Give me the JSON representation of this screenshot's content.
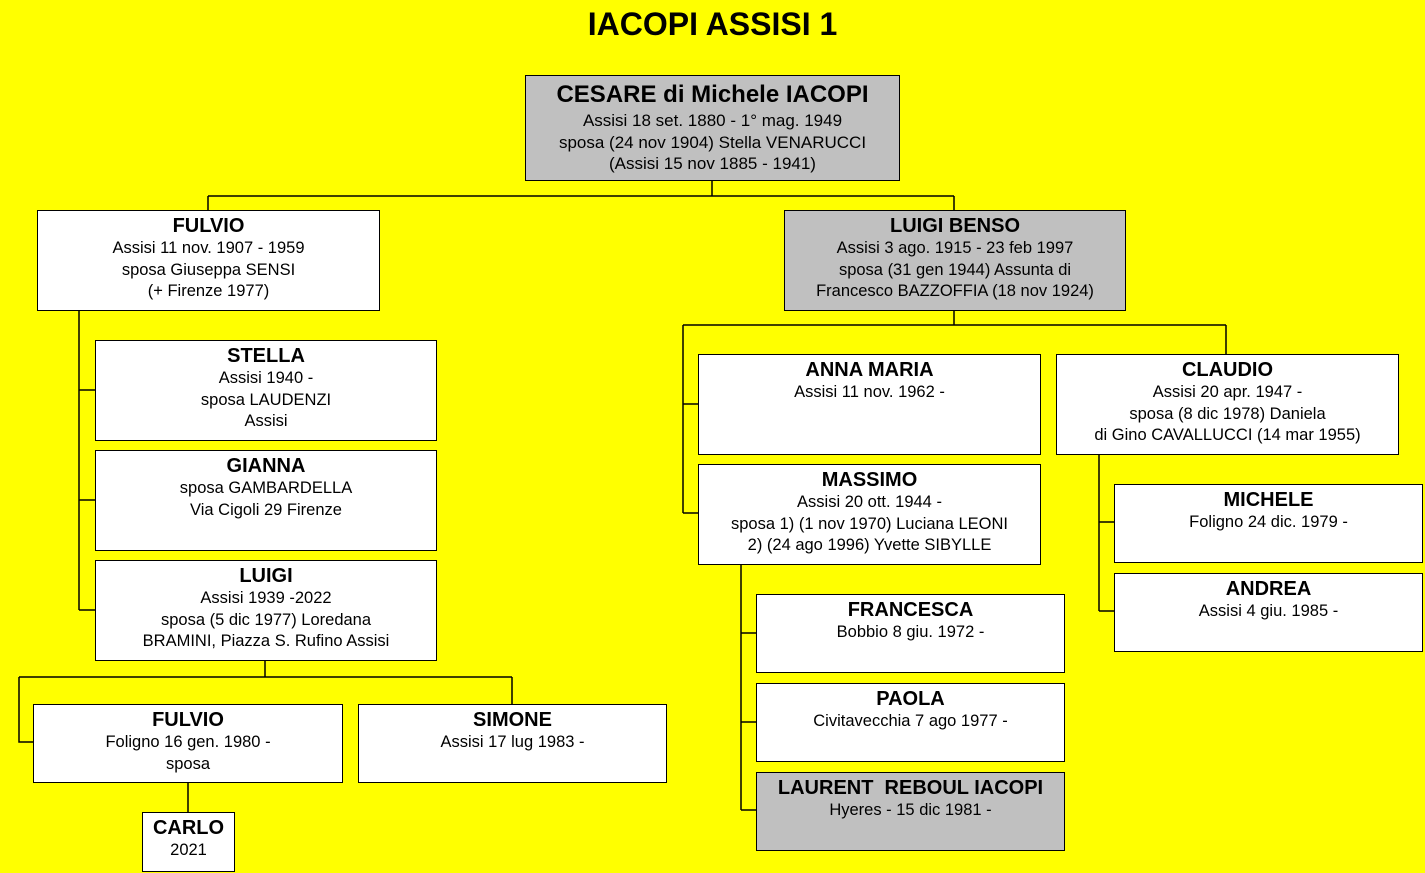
{
  "title": "IACOPI ASSISI 1",
  "people": {
    "cesare": {
      "name": "CESARE di Michele IACOPI",
      "lines": [
        "Assisi 18 set. 1880 - 1° mag. 1949",
        "sposa (24 nov 1904) Stella VENARUCCI",
        "(Assisi 15 nov 1885 - 1941)"
      ]
    },
    "fulvio1": {
      "name": "FULVIO",
      "lines": [
        "Assisi 11 nov. 1907 - 1959",
        "sposa Giuseppa SENSI",
        "(+ Firenze 1977)"
      ]
    },
    "luigibenso": {
      "name": "LUIGI BENSO",
      "lines": [
        "Assisi 3 ago. 1915 - 23 feb 1997",
        "sposa (31 gen 1944) Assunta di",
        "Francesco BAZZOFFIA (18 nov 1924)"
      ]
    },
    "stella": {
      "name": "STELLA",
      "lines": [
        "Assisi 1940 -",
        "sposa LAUDENZI",
        "Assisi"
      ]
    },
    "gianna": {
      "name": "GIANNA",
      "lines": [
        "sposa GAMBARDELLA",
        "Via Cigoli 29 Firenze"
      ]
    },
    "luigi": {
      "name": "LUIGI",
      "lines": [
        "Assisi 1939 -2022",
        "sposa (5 dic 1977) Loredana",
        "BRAMINI, Piazza S. Rufino Assisi"
      ]
    },
    "fulvio2": {
      "name": "FULVIO",
      "lines": [
        "Foligno 16 gen. 1980 -",
        "sposa"
      ]
    },
    "simone": {
      "name": "SIMONE",
      "lines": [
        "Assisi 17 lug 1983 -"
      ]
    },
    "carlo": {
      "name": "CARLO",
      "lines": [
        "2021"
      ]
    },
    "annamaria": {
      "name": "ANNA MARIA",
      "lines": [
        "Assisi 11 nov. 1962 -"
      ]
    },
    "claudio": {
      "name": "CLAUDIO",
      "lines": [
        "Assisi 20 apr. 1947 -",
        "sposa (8 dic 1978) Daniela",
        "di Gino CAVALLUCCI (14 mar 1955)"
      ]
    },
    "massimo": {
      "name": "MASSIMO",
      "lines": [
        "Assisi 20 ott. 1944 -",
        "sposa 1) (1 nov 1970) Luciana LEONI",
        "2) (24 ago 1996) Yvette SIBYLLE"
      ]
    },
    "michele": {
      "name": "MICHELE",
      "lines": [
        "Foligno 24 dic. 1979 -"
      ]
    },
    "andrea": {
      "name": "ANDREA",
      "lines": [
        "Assisi 4 giu. 1985 -"
      ]
    },
    "francesca": {
      "name": "FRANCESCA",
      "lines": [
        "Bobbio 8 giu. 1972 -"
      ]
    },
    "paola": {
      "name": "PAOLA",
      "lines": [
        "Civitavecchia 7 ago 1977 -"
      ]
    },
    "laurent": {
      "name": "LAURENT  REBOUL IACOPI",
      "lines": [
        "Hyeres - 15 dic 1981 -"
      ]
    }
  }
}
